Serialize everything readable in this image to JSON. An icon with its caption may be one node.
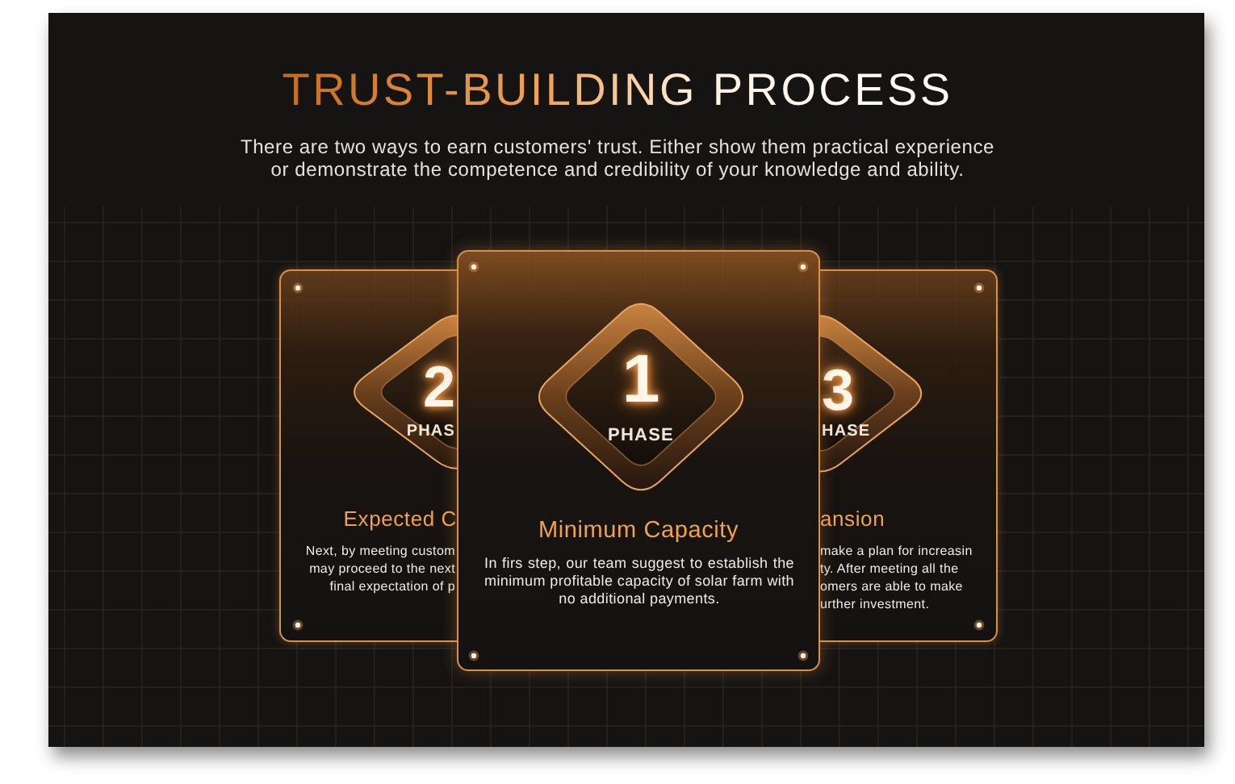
{
  "diagram": {
    "title": "TRUST-BUILDING PROCESS",
    "nodes": [
      {
        "text": [
          "Expected C",
          "Next, by meeting custom may proceed to the next final expectation of p"
        ]
      },
      {
        "text": [
          "2",
          "PHAS"
        ],
        "in": 0
      },
      {
        "text": [
          "Minimum Capacity",
          "In firs step, our team suggest to establish the minimum profitable capacity of solar farm with no additional payments."
        ]
      },
      {
        "text": [
          "1",
          "PHASE"
        ],
        "in": 2
      },
      {
        "text": [
          "ansion",
          "make a plan for increasin ty. After meeting all the omers are able to make urther investment."
        ]
      },
      {
        "text": [
          "3",
          "HASE"
        ],
        "in": 4
      }
    ],
    "labels": [
      "There are two ways to earn customers' trust. Either show them practical experience or demonstrate the competence and credibility of your knowledge and ability."
    ]
  }
}
